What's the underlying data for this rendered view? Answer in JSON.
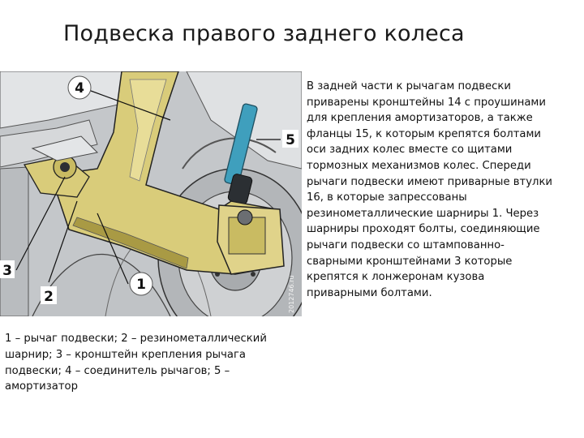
{
  "slide": {
    "title": "Подвеска правого заднего колеса",
    "description_lines": [
      "В задней части к рычагам подвески",
      "приварены кронштейны 14 с проушинами",
      "для крепления амортизаторов, а также",
      "фланцы 15, к которым крепятся болтами",
      "оси задних колес вместе со щитами",
      "тормозных механизмов колес. Спереди",
      "рычаги подвески имеют приварные втулки",
      "16, в которые запрессованы",
      "резинометаллические шарниры 1. Через",
      "шарниры проходят болты, соединяющие",
      "рычаги подвески со штампованно-",
      "сварными кронштейнами 3 которые",
      "крепятся к лонжеронам кузова",
      "приварными болтами."
    ],
    "caption_lines": [
      "1 – рычаг подвески; 2 – резинометаллический",
      "шарнир; 3 – кронштейн крепления рычага",
      "подвески; 4 – соединитель рычагов; 5 –",
      "амортизатор"
    ]
  },
  "figure": {
    "callouts": {
      "c1": "1",
      "c2": "2",
      "c3": "3",
      "c4": "4",
      "c5": "5"
    },
    "watermark": "2012746.ru",
    "colors": {
      "arm": "#d9cc7a",
      "arm_shadow": "#a99a44",
      "shock": "#3f9fbd",
      "body": "#c9cccf",
      "outline": "#222222"
    }
  }
}
